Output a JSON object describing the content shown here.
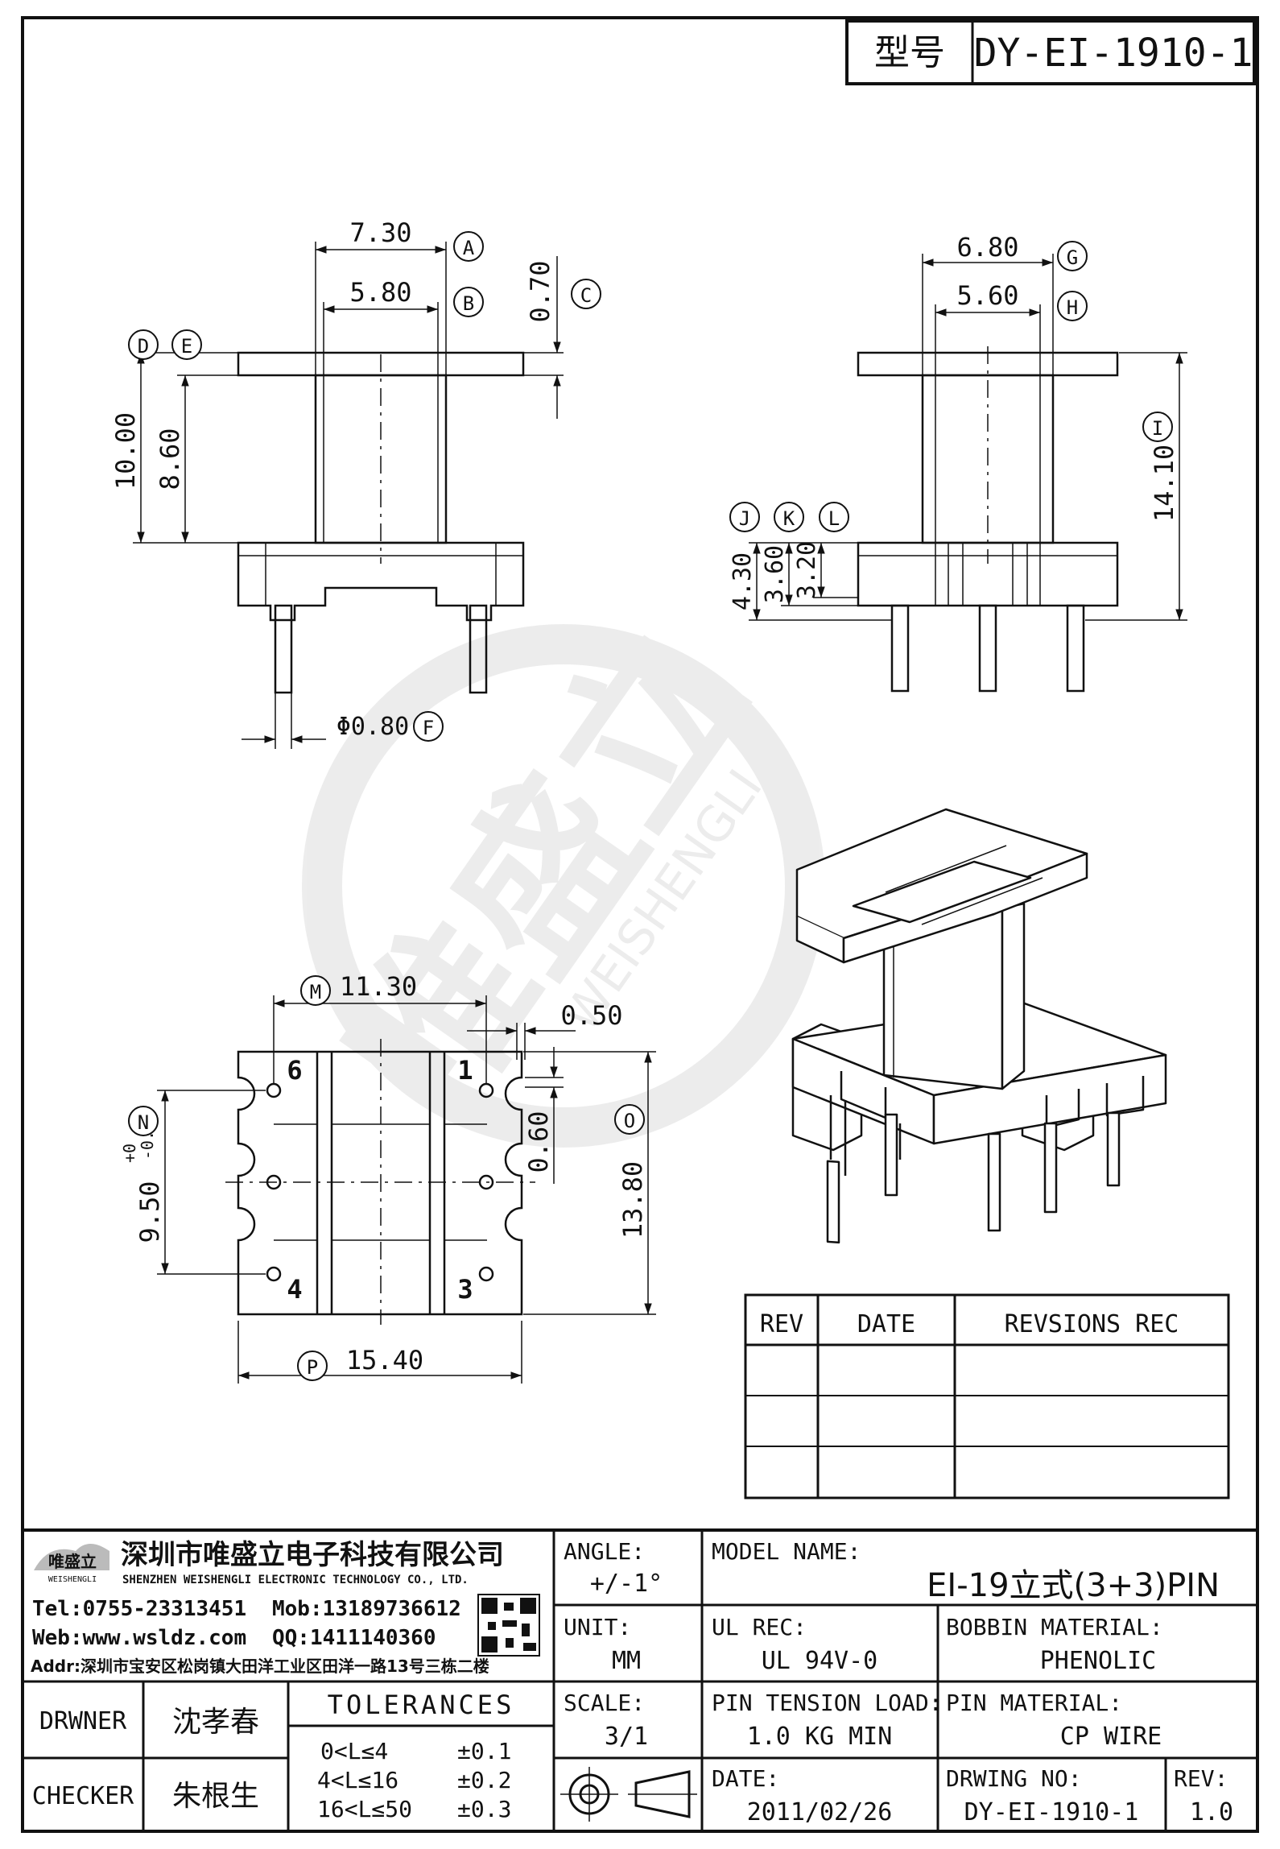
{
  "header": {
    "type_label": "型号",
    "type_value": "DY-EI-1910-1"
  },
  "top_left_dims": {
    "d730": "7.30",
    "d580": "5.80",
    "d070": "0.70",
    "d1000": "10.00",
    "d860": "8.60",
    "dia": "Φ0.80"
  },
  "top_right_dims": {
    "d680": "6.80",
    "d560": "5.60",
    "d1410": "14.10",
    "d430": "4.30",
    "d360": "3.60",
    "d320": "3.20"
  },
  "bottom_dims": {
    "d1130": "11.30",
    "d050": "0.50",
    "d060": "0.60",
    "d1380": "13.80",
    "d1540": "15.40",
    "d950": "9.50",
    "tol_plus": "+0",
    "tol_minus": "-0.10"
  },
  "bubbles": {
    "A": "A",
    "B": "B",
    "C": "C",
    "D": "D",
    "E": "E",
    "F": "F",
    "G": "G",
    "H": "H",
    "I": "I",
    "J": "J",
    "K": "K",
    "L": "L",
    "M": "M",
    "N": "N",
    "O": "O",
    "P": "P"
  },
  "pins": {
    "p6": "6",
    "p1": "1",
    "p4": "4",
    "p3": "3"
  },
  "watermark": {
    "cn": "唯盛立",
    "en": "WEISHENGLI"
  },
  "revision_table": {
    "headers": [
      "REV",
      "DATE",
      "REVSIONS REC"
    ]
  },
  "company": {
    "logo_text": "唯盛立",
    "logo_sub": "WEISHENGLI",
    "name_cn": "深圳市唯盛立电子科技有限公司",
    "name_en": "SHENZHEN WEISHENGLI ELECTRONIC TECHNOLOGY CO., LTD.",
    "tel": "Tel:0755-23313451",
    "mob": "Mob:13189736612",
    "web": "Web:www.wsldz.com",
    "qq": "QQ:1411140360",
    "addr": "Addr:深圳市宝安区松岗镇大田洋工业区田洋一路13号三栋二楼"
  },
  "title_block": {
    "angle_label": "ANGLE:",
    "angle_value": "+/-1°",
    "model_label": "MODEL NAME:",
    "model_value": "EI-19立式(3+3)PIN",
    "unit_label": "UNIT:",
    "unit_value": "MM",
    "ul_label": "UL REC:",
    "ul_value": "UL 94V-0",
    "bobbin_label": "BOBBIN MATERIAL:",
    "bobbin_value": "PHENOLIC",
    "scale_label": "SCALE:",
    "scale_value": "3/1",
    "tension_label": "PIN TENSION LOAD:",
    "tension_value": "1.0 KG MIN",
    "pinmat_label": "PIN MATERIAL:",
    "pinmat_value": "CP WIRE",
    "date_label": "DATE:",
    "date_value": "2011/02/26",
    "dwgno_label": "DRWING NO:",
    "dwgno_value": "DY-EI-1910-1",
    "rev_label": "REV:",
    "rev_value": "1.0",
    "drawer_label": "DRWNER",
    "drawer_value": "沈孝春",
    "checker_label": "CHECKER",
    "checker_value": "朱根生",
    "tol_title": "TOLERANCES",
    "tol_rows": [
      {
        "range": "0<L≤4",
        "value": "±0.1"
      },
      {
        "range": "4<L≤16",
        "value": "±0.2"
      },
      {
        "range": "16<L≤50",
        "value": "±0.3"
      }
    ]
  }
}
